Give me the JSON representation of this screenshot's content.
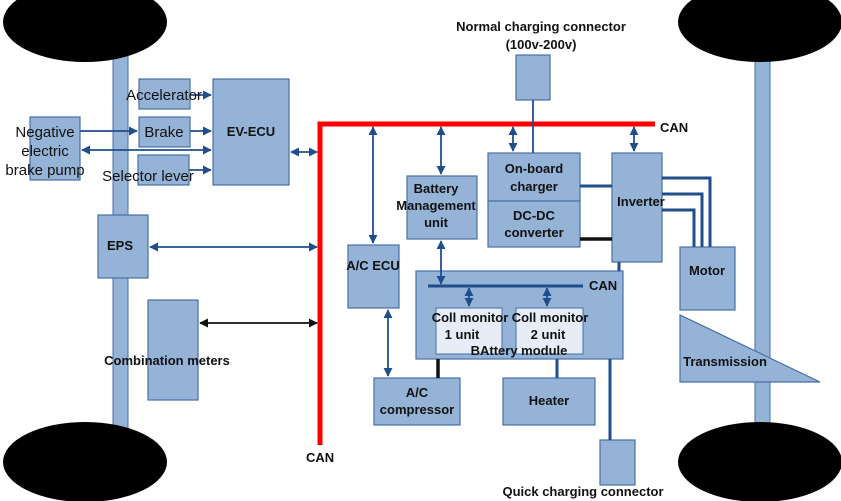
{
  "colors": {
    "box": "#95b3d7",
    "border": "#4a6fa5",
    "line": "#1f4e8c",
    "can_bus": "#ff0000"
  },
  "labels": {
    "accelerator": "Accelerator",
    "brake": "Brake",
    "selector_lever": "Selector lever",
    "negative_pump": [
      "Negative",
      "electric",
      "brake pump"
    ],
    "ev_ecu": "EV-ECU",
    "eps": "EPS",
    "combination_meters": "Combination meters",
    "can_top": "CAN",
    "can_bottom": "CAN",
    "can_battery": "CAN",
    "normal_charging": [
      "Normal charging connector",
      "(100v-200v)"
    ],
    "bmu": [
      "Battery",
      "Management",
      "unit"
    ],
    "ac_ecu": "A/C ECU",
    "onboard_charger": [
      "On-board",
      "charger"
    ],
    "dcdc": [
      "DC-DC",
      "converter"
    ],
    "inverter": "Inverter",
    "motor": "Motor",
    "transmission": "Transmission",
    "cell_monitor_1": [
      "Coll monitor",
      "1  unit"
    ],
    "cell_monitor_2": [
      "Coll monitor",
      "2   unit"
    ],
    "battery_module": "BAttery module",
    "ac_compressor": [
      "A/C",
      "compressor"
    ],
    "heater": "Heater",
    "quick_charging": "Quick charging connector"
  }
}
